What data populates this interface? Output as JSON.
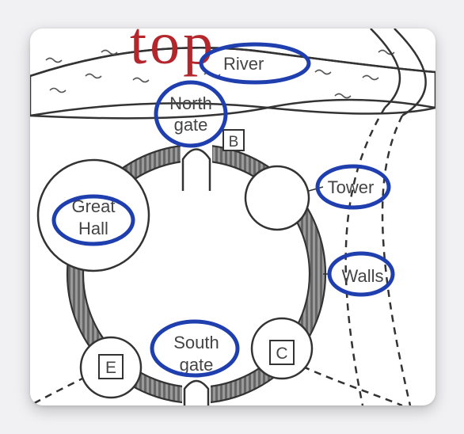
{
  "colors": {
    "annotation": "#1f3fae",
    "handwriting": "#b3262b",
    "wall": "#8a8a8a",
    "outline": "#333333"
  },
  "handwriting": "top",
  "labels": {
    "river": "River",
    "north_gate": [
      "North",
      "gate"
    ],
    "great_hall": [
      "Great",
      "Hall"
    ],
    "tower": "Tower",
    "walls": "Walls",
    "south_gate": [
      "South",
      "gate"
    ]
  },
  "boxes": {
    "b": "B",
    "c": "C",
    "e": "E"
  }
}
